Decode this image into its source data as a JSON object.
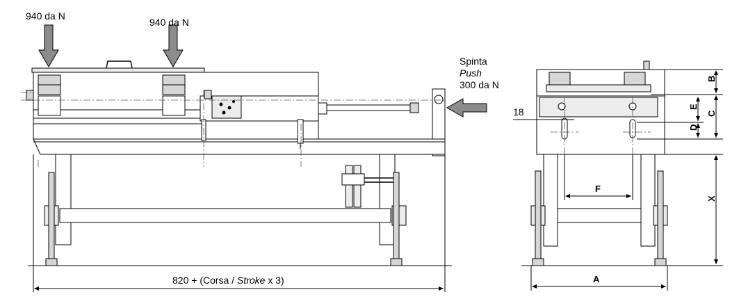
{
  "front_view": {
    "load_left": "940 da N",
    "load_right": "940 da N",
    "push_label_it": "Spinta",
    "push_label_en": "Push",
    "push_value": "300 da N",
    "length_prefix": "820 + (Corsa /",
    "length_stroke": "Stroke",
    "length_suffix": "x 3)"
  },
  "side_view": {
    "dim_18": "18",
    "dim_a": "A",
    "dim_b": "B",
    "dim_c": "C",
    "dim_d": "D",
    "dim_e": "E",
    "dim_f": "F",
    "dim_x": "X"
  }
}
